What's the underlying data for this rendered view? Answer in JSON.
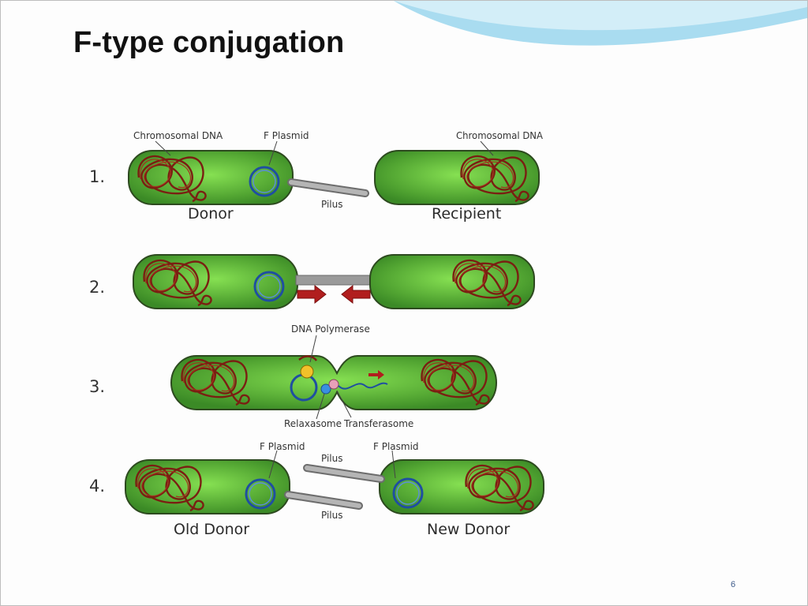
{
  "slide": {
    "title": "F-type conjugation",
    "page_number": "6"
  },
  "colors": {
    "cell_fill_light": "#7bd34a",
    "cell_fill_dark": "#3f8d2a",
    "cell_stroke": "#2d4a1f",
    "chromosome": "#7a1f12",
    "plasmid": "#1f4fa0",
    "pilus": "#8c8c8c",
    "arrow": "#b11e1e",
    "header_wave": "#a9dcf0"
  },
  "steps": [
    {
      "number": "1.",
      "labels": {
        "chromosomal_dna_left": "Chromosomal DNA",
        "f_plasmid": "F Plasmid",
        "chromosomal_dna_right": "Chromosomal DNA",
        "pilus": "Pilus",
        "donor": "Donor",
        "recipient": "Recipient"
      }
    },
    {
      "number": "2."
    },
    {
      "number": "3.",
      "labels": {
        "dna_polymerase": "DNA Polymerase",
        "relaxasome": "Relaxasome",
        "transferasome": "Transferasome"
      }
    },
    {
      "number": "4.",
      "labels": {
        "f_plasmid_left": "F Plasmid",
        "f_plasmid_right": "F Plasmid",
        "pilus_top": "Pilus",
        "pilus_bottom": "Pilus",
        "old_donor": "Old Donor",
        "new_donor": "New Donor"
      }
    }
  ]
}
